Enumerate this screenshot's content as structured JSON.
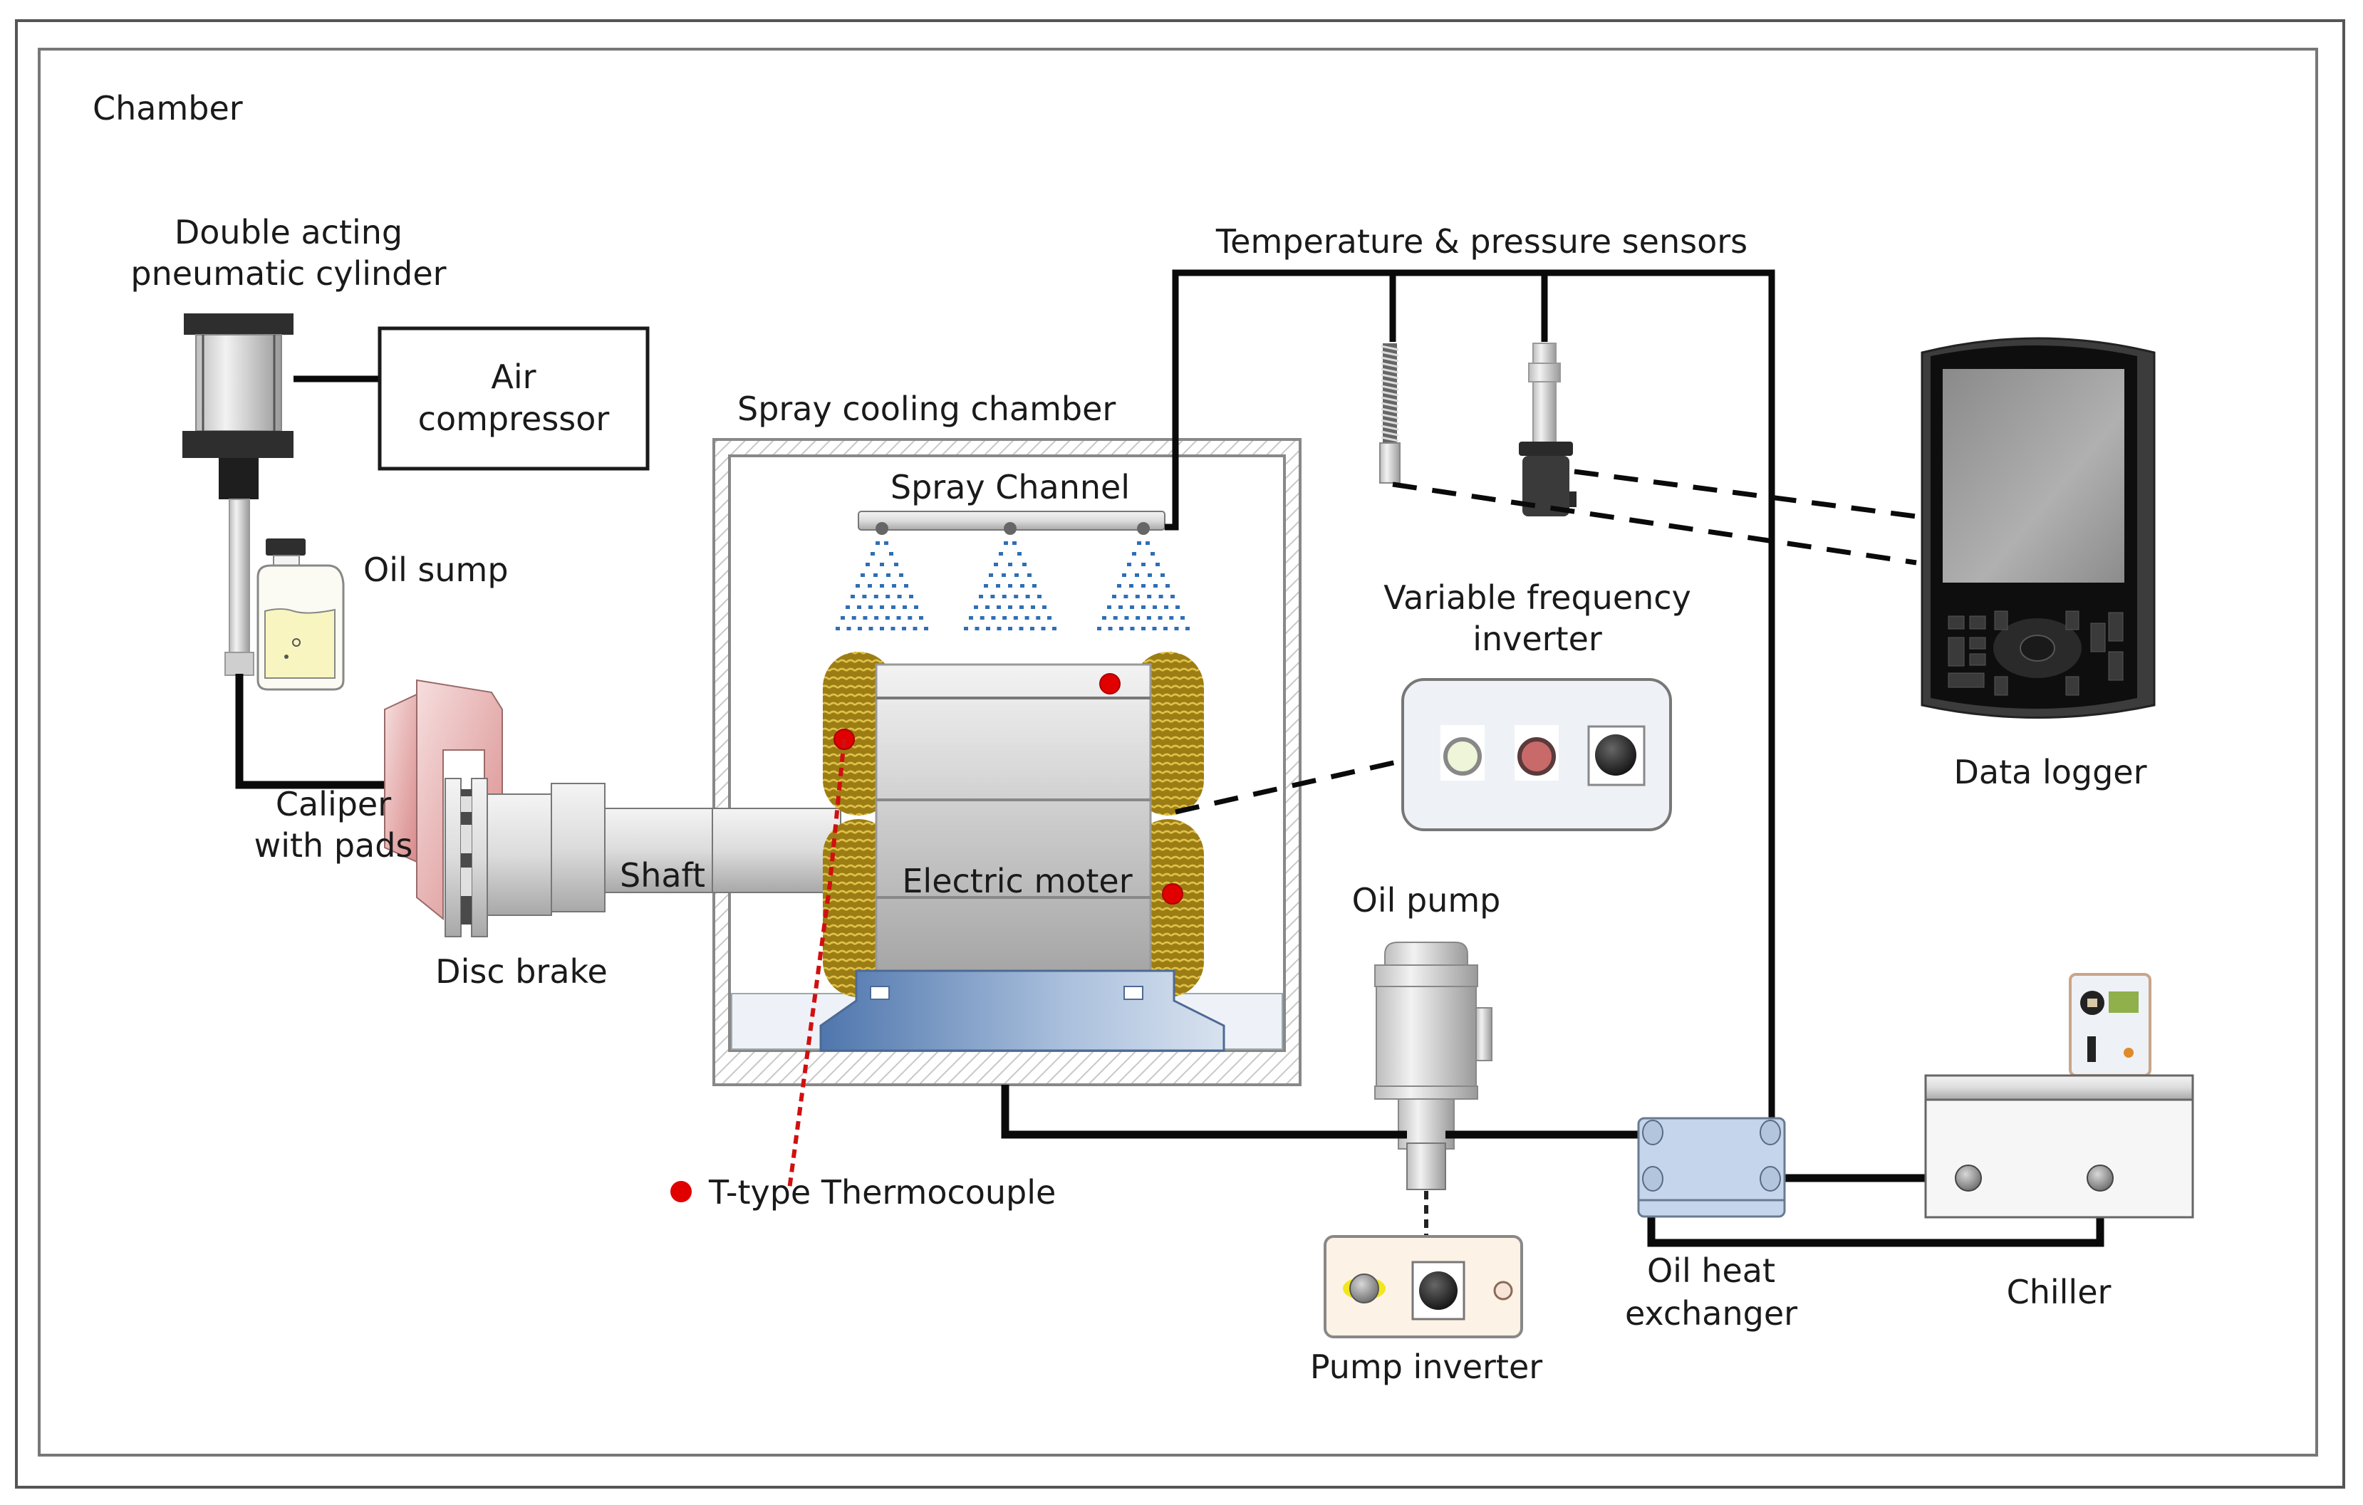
{
  "diagram": {
    "title": "Chamber",
    "components": {
      "pneumatic_cylinder": {
        "line1": "Double acting",
        "line2": "pneumatic cylinder"
      },
      "air_compressor": {
        "line1": "Air",
        "line2": "compressor"
      },
      "oil_sump": {
        "label": "Oil sump"
      },
      "caliper": {
        "line1": "Caliper",
        "line2": "with pads"
      },
      "disc_brake": {
        "label": "Disc brake"
      },
      "shaft": {
        "label": "Shaft"
      },
      "spray_cooling_chamber": {
        "label": "Spray cooling chamber"
      },
      "spray_channel": {
        "label": "Spray Channel"
      },
      "electric_motor": {
        "label": "Electric moter"
      },
      "sensors": {
        "label": "Temperature & pressure sensors"
      },
      "data_logger": {
        "label": "Data logger"
      },
      "vf_inverter": {
        "line1": "Variable frequency",
        "line2": "inverter"
      },
      "oil_pump": {
        "label": "Oil pump"
      },
      "pump_inverter": {
        "label": "Pump inverter"
      },
      "heat_exchanger": {
        "line1": "Oil heat",
        "line2": "exchanger"
      },
      "chiller": {
        "label": "Chiller"
      }
    },
    "legend": {
      "thermocouple": {
        "label": "T-type Thermocouple",
        "color": "#e00000"
      }
    },
    "colors": {
      "caliper": "#e8a8a8",
      "coil": "#b8961e",
      "spray": "#2e6fb5",
      "motor_base": "#5b82b8",
      "heat_exchanger": "#c5d6ec",
      "inverter_panel": "#eef1f6",
      "pump_inverter_panel": "#fdf2e6",
      "sump_oil": "#f8f5c0"
    }
  }
}
